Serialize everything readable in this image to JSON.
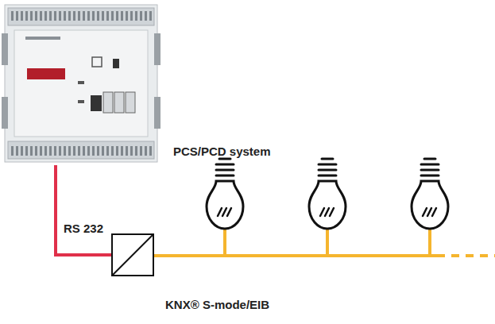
{
  "diagram": {
    "nodes": [
      {
        "text": [
          "PCS/PCD system"
        ]
      },
      {
        "text": [
          "KNX® S-mode/EIB"
        ]
      }
    ],
    "edges": [
      {
        "from": 0,
        "to": 1,
        "label": "RS 232",
        "arrow": "none"
      }
    ]
  }
}
